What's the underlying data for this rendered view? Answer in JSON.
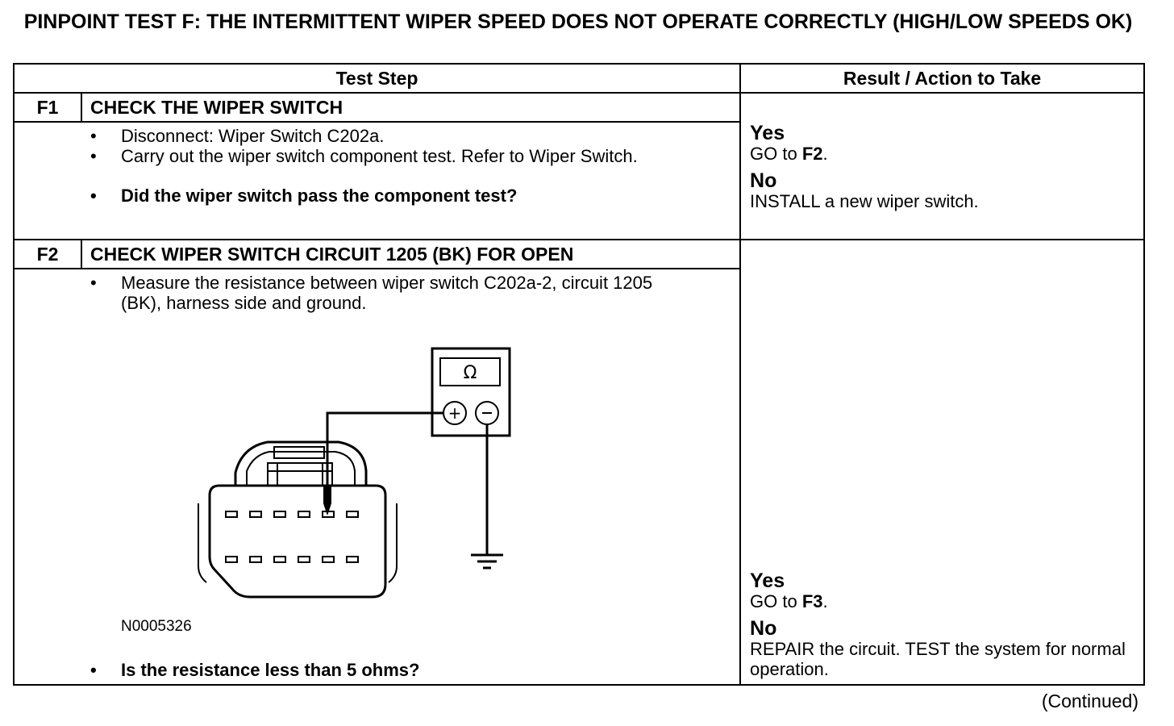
{
  "title": "PINPOINT TEST F: THE INTERMITTENT WIPER SPEED DOES NOT OPERATE CORRECTLY (HIGH/LOW SPEEDS OK)",
  "headers": {
    "test_step": "Test Step",
    "result": "Result / Action to Take"
  },
  "steps": [
    {
      "id": "F1",
      "heading": "CHECK THE WIPER SWITCH",
      "bullets": [
        "Disconnect: Wiper Switch C202a.",
        "Carry out the wiper switch component test. Refer to Wiper Switch."
      ],
      "question": "Did the wiper switch pass the component test?",
      "yes_label": "Yes",
      "yes_action_prefix": "GO to ",
      "yes_action_target": "F2",
      "no_label": "No",
      "no_action": "INSTALL a new wiper switch."
    },
    {
      "id": "F2",
      "heading": "CHECK WIPER SWITCH CIRCUIT 1205 (BK) FOR OPEN",
      "bullets": [
        "Measure the resistance between wiper switch C202a-2, circuit 1205 (BK), harness side and ground."
      ],
      "figure_id": "N0005326",
      "meter_symbol": "Ω",
      "question": "Is the resistance less than 5 ohms?",
      "yes_label": "Yes",
      "yes_action_prefix": "GO to ",
      "yes_action_target": "F3",
      "no_label": "No",
      "no_action": "REPAIR the circuit. TEST the system for normal operation."
    }
  ],
  "footer": "(Continued)"
}
